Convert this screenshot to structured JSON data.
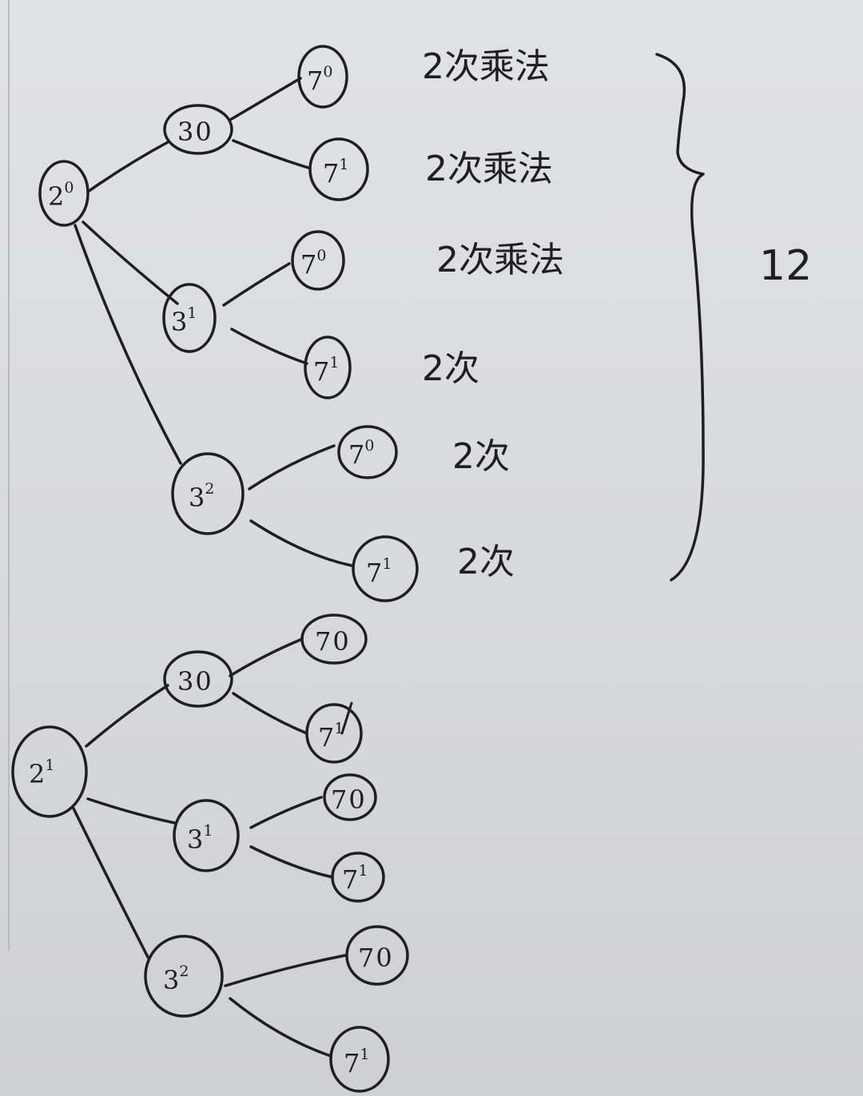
{
  "trees": [
    {
      "root": {
        "base": "2",
        "exp": "0"
      },
      "children": [
        {
          "base": "3",
          "exp": "0",
          "leaves": [
            {
              "base": "7",
              "exp": "0"
            },
            {
              "base": "7",
              "exp": "1"
            }
          ]
        },
        {
          "base": "3",
          "exp": "1",
          "leaves": [
            {
              "base": "7",
              "exp": "0"
            },
            {
              "base": "7",
              "exp": "1"
            }
          ]
        },
        {
          "base": "3",
          "exp": "2",
          "leaves": [
            {
              "base": "7",
              "exp": "0"
            },
            {
              "base": "7",
              "exp": "1"
            }
          ]
        }
      ]
    },
    {
      "root": {
        "base": "2",
        "exp": "1"
      },
      "children": [
        {
          "base": "3",
          "exp": "0",
          "leaves": [
            {
              "base": "7",
              "exp": "0"
            },
            {
              "base": "7",
              "exp": "1"
            }
          ]
        },
        {
          "base": "3",
          "exp": "1",
          "leaves": [
            {
              "base": "7",
              "exp": "0"
            },
            {
              "base": "7",
              "exp": "1"
            }
          ]
        },
        {
          "base": "3",
          "exp": "2",
          "leaves": [
            {
              "base": "7",
              "exp": "0"
            },
            {
              "base": "7",
              "exp": "1"
            }
          ]
        }
      ]
    }
  ],
  "annotations": [
    "2次乘法",
    "2次乘法",
    "2次乘法",
    "2次",
    "2次",
    "2次"
  ],
  "total": "12",
  "colors": {
    "ink": "#1f1f22",
    "paper": "#dcdddf"
  }
}
